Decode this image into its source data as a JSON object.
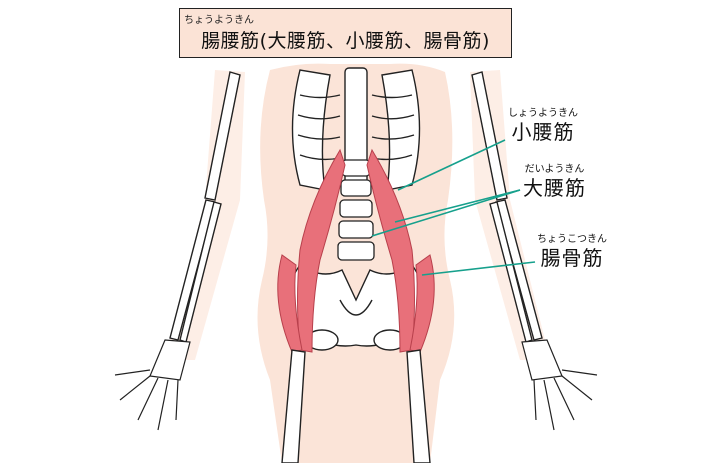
{
  "title": {
    "ruby": "ちょうようきん",
    "text": "腸腰筋(大腰筋、小腰筋、腸骨筋)"
  },
  "labels": [
    {
      "ruby": "しょうようきん",
      "text": "小腰筋"
    },
    {
      "ruby": "だいようきん",
      "text": "大腰筋"
    },
    {
      "ruby": "ちょうこつきん",
      "text": "腸骨筋"
    }
  ],
  "colors": {
    "title_bg": "#fbe3d6",
    "body_silhouette": "#fbe4d8",
    "muscle": "#e8707a",
    "leader_line": "#16a08c",
    "bone_outline": "#222222"
  }
}
